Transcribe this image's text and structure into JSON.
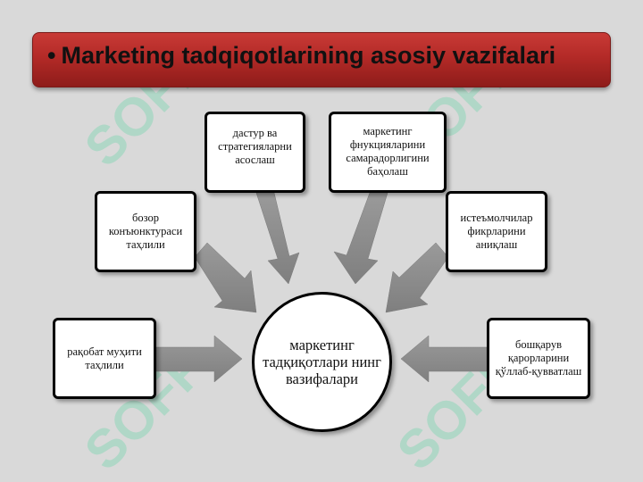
{
  "title": "Marketing tadqiqotlarining asosiy vazifalari",
  "title_bullet": "•",
  "center_node": "маркетинг тадқиқотлари нинг вазифалари",
  "nodes": {
    "strategy": "дастур ва стратегияларни асослаш",
    "efficiency": "маркетинг фнукцияларини самарадорлигини баҳолаш",
    "conjuncture": "бозор конъюнктураси таҳлили",
    "consumers": "истеъмолчилар фикрларини аниқлаш",
    "competition": "рақобат муҳити таҳлили",
    "management": "бошқарув қарорларини қўллаб-қувватлаш"
  },
  "watermark": "SOFF",
  "colors": {
    "title_red": "#b32a27",
    "arrow_gray": "#8c8c8c",
    "watermark_green": "#1fd18a",
    "background": "#d9d9d9"
  }
}
